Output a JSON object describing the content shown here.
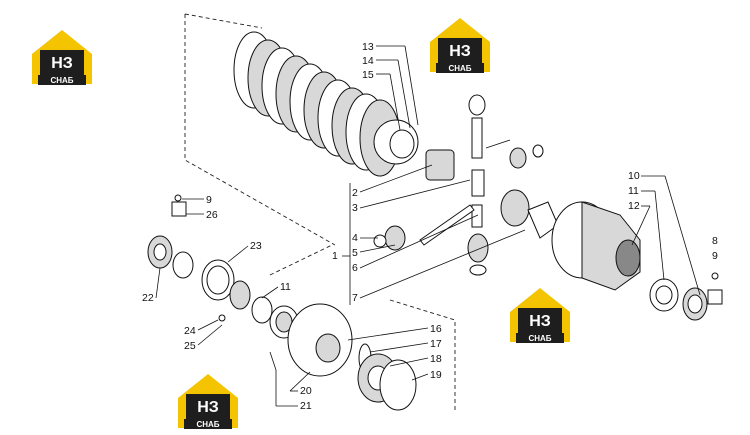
{
  "brand": {
    "logo_main": "НЗ",
    "logo_sub": "СНАБ",
    "colors": {
      "yellow": "#f5c400",
      "dark": "#1e1e1e",
      "white": "#ffffff"
    }
  },
  "callouts": [
    {
      "id": "c1",
      "label": "1"
    },
    {
      "id": "c2",
      "label": "2"
    },
    {
      "id": "c3",
      "label": "3"
    },
    {
      "id": "c4",
      "label": "4"
    },
    {
      "id": "c5",
      "label": "5"
    },
    {
      "id": "c6",
      "label": "6"
    },
    {
      "id": "c7",
      "label": "7"
    },
    {
      "id": "c8",
      "label": "8"
    },
    {
      "id": "c9a",
      "label": "9"
    },
    {
      "id": "c9b",
      "label": "9"
    },
    {
      "id": "c10",
      "label": "10"
    },
    {
      "id": "c11a",
      "label": "11"
    },
    {
      "id": "c11b",
      "label": "11"
    },
    {
      "id": "c12",
      "label": "12"
    },
    {
      "id": "c13",
      "label": "13"
    },
    {
      "id": "c14",
      "label": "14"
    },
    {
      "id": "c15",
      "label": "15"
    },
    {
      "id": "c16",
      "label": "16"
    },
    {
      "id": "c17",
      "label": "17"
    },
    {
      "id": "c18",
      "label": "18"
    },
    {
      "id": "c19",
      "label": "19"
    },
    {
      "id": "c20",
      "label": "20"
    },
    {
      "id": "c21",
      "label": "21"
    },
    {
      "id": "c22",
      "label": "22"
    },
    {
      "id": "c23",
      "label": "23"
    },
    {
      "id": "c24",
      "label": "24"
    },
    {
      "id": "c25",
      "label": "25"
    },
    {
      "id": "c26",
      "label": "26"
    }
  ]
}
